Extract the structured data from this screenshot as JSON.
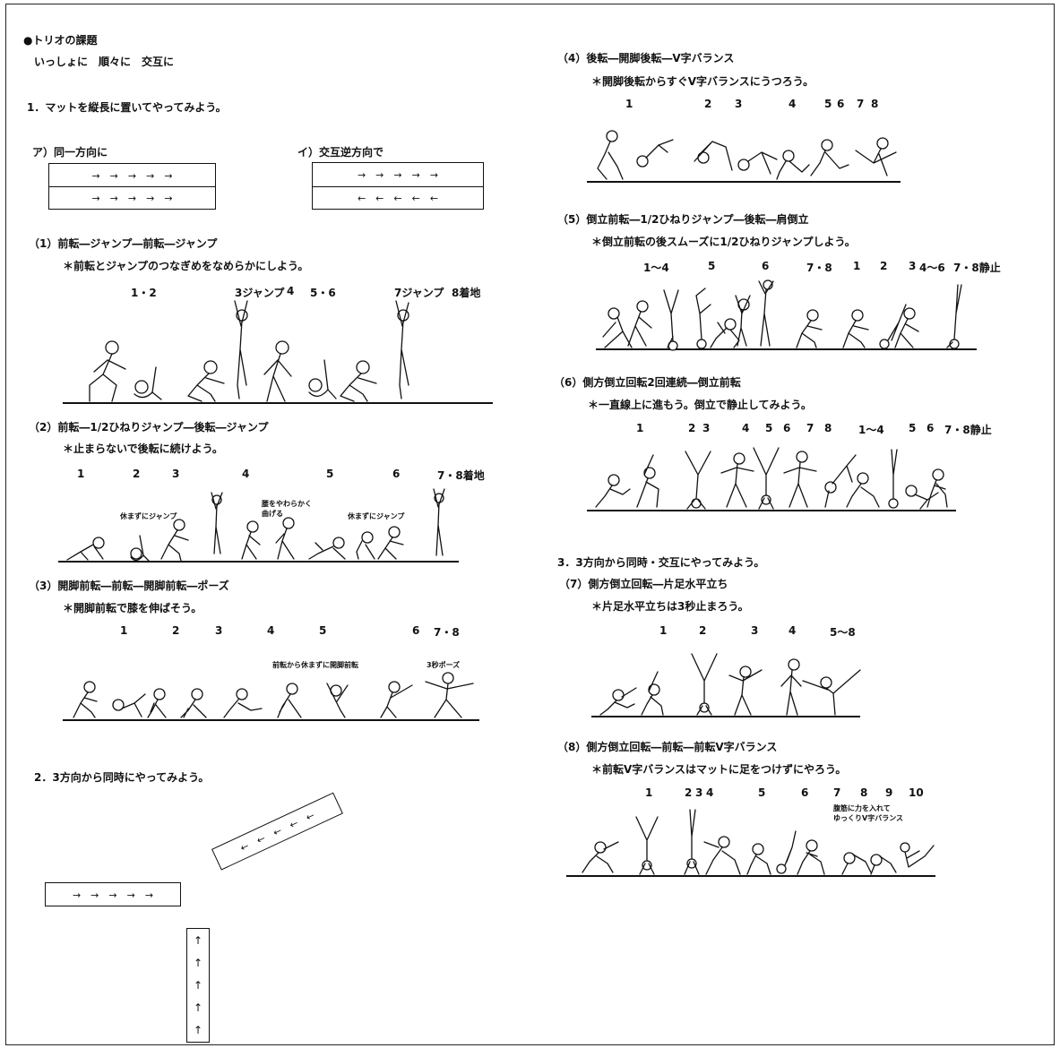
{
  "title": "●トリオの課題",
  "subtitle": "いっしょに　順々に　交互に",
  "sec1": "1．マットを縦長に置いてやってみよう。",
  "matA": {
    "label": "ア）同一方向に",
    "top": "→　→　→　→　→",
    "bottom": "→　→　→　→　→"
  },
  "matB": {
    "label": "イ）交互逆方向で",
    "top": "→　→　→　→　→",
    "bottom": "←　←　←　←　←"
  },
  "ex1": {
    "title": "（1）前転―ジャンプ―前転―ジャンプ",
    "note": "＊前転とジャンプのつなぎめをなめらかにしよう。",
    "nums": [
      "1・2",
      "3ジャンプ",
      "4",
      "5・6",
      "7ジャンプ",
      "8着地"
    ]
  },
  "ex2": {
    "title": "（2）前転―1/2ひねりジャンプ―後転―ジャンプ",
    "note": "＊止まらないで後転に続けよう。",
    "nums": [
      "1",
      "2",
      "3",
      "4",
      "5",
      "6",
      "7・8着地"
    ],
    "ann1": "休まずにジャンプ",
    "ann2": "腰をやわらかく",
    "ann2b": "曲げる",
    "ann3": "休まずにジャンプ"
  },
  "ex3": {
    "title": "（3）開脚前転―前転―開脚前転―ポーズ",
    "note": "＊開脚前転で膝を伸ばそう。",
    "nums": [
      "1",
      "2",
      "3",
      "4",
      "5",
      "6",
      "7・8"
    ],
    "ann1": "前転から休まずに開脚前転",
    "ann2": "3秒ポーズ"
  },
  "sec2": "2．3方向から同時にやってみよう。",
  "mat2": {
    "h": "→　→　→　→　→",
    "d": "←　←　←　←　←",
    "v": [
      "↑",
      "↑",
      "↑",
      "↑",
      "↑"
    ]
  },
  "ex4": {
    "title": "（4）後転―開脚後転―V字バランス",
    "note": "＊開脚後転からすぐV字バランスにうつろう。",
    "nums": [
      "1",
      "2",
      "3",
      "4",
      "5",
      "6",
      "7",
      "8"
    ]
  },
  "ex5": {
    "title": "（5）倒立前転―1/2ひねりジャンプ―後転―肩倒立",
    "note": "＊倒立前転の後スムーズに1/2ひねりジャンプしよう。",
    "nums": [
      "1～4",
      "5",
      "6",
      "7・8",
      "1",
      "2",
      "3",
      "4～6",
      "7・8静止"
    ]
  },
  "ex6": {
    "title": "（6）側方倒立回転2回連続―倒立前転",
    "note": "＊一直線上に進もう。倒立で静止してみよう。",
    "nums": [
      "1",
      "2",
      "3",
      "4",
      "5",
      "6",
      "7",
      "8",
      "1～4",
      "5",
      "6",
      "7・8静止"
    ]
  },
  "sec3": "3．3方向から同時・交互にやってみよう。",
  "ex7": {
    "title": "（7）側方倒立回転―片足水平立ち",
    "note": "＊片足水平立ちは3秒止まろう。",
    "nums": [
      "1",
      "2",
      "3",
      "4",
      "5～8"
    ]
  },
  "ex8": {
    "title": "（8）側方倒立回転―前転―前転V字バランス",
    "note": "＊前転V字バランスはマットに足をつけずにやろう。",
    "nums": [
      "1",
      "2",
      "3",
      "4",
      "5",
      "6",
      "7",
      "8",
      "9",
      "10"
    ],
    "ann1": "腹筋に力を入れて",
    "ann2": "ゆっくりV字バランス"
  }
}
